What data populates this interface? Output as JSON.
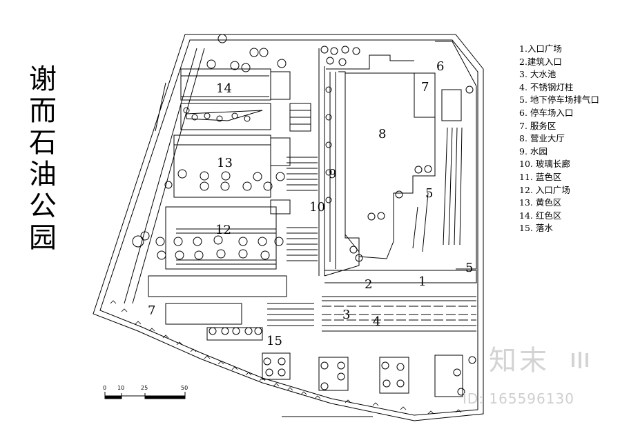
{
  "title_chars": [
    "谢",
    "而",
    "石",
    "油",
    "公",
    "园"
  ],
  "legend": [
    "1.入口广场",
    "2.建筑入口",
    "3. 大水池",
    "4. 不锈钢灯柱",
    "5. 地下停车场排气口",
    "6. 停车场入口",
    "7. 服务区",
    "8. 营业大厅",
    "9. 水园",
    "10. 玻璃长廊",
    "11. 蓝色区",
    "12. 入口广场",
    "13. 黄色区",
    "14. 红色区",
    "15. 落水"
  ],
  "map_labels": [
    "14",
    "13",
    "12",
    "7",
    "15",
    "8",
    "9",
    "10",
    "7",
    "6",
    "5",
    "5",
    "2",
    "1",
    "3",
    "4"
  ],
  "scale_labels": [
    "0",
    "10",
    "25",
    "50"
  ],
  "watermark": {
    "text": "知末",
    "id": "ID: 165596130"
  }
}
